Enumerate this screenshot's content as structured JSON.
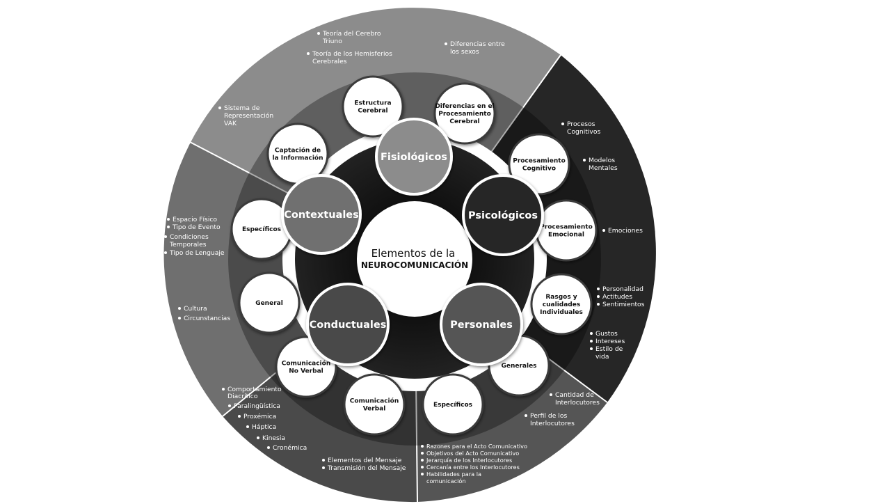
{
  "center": {
    "line1": "Elementos de la",
    "line2": "NEUROCOMUNICACIÓN"
  },
  "colors": {
    "fisiologicos": "#8c8c8c",
    "psicologicos": "#262626",
    "personales": "#555555",
    "conductuales": "#4a4a4a",
    "contextuales": "#6f6f6f"
  },
  "main_categories": [
    {
      "id": "fisiologicos",
      "label": "Fisiológicos"
    },
    {
      "id": "psicologicos",
      "label": "Psicológicos"
    },
    {
      "id": "personales",
      "label": "Personales"
    },
    {
      "id": "conductuales",
      "label": "Conductuales"
    },
    {
      "id": "contextuales",
      "label": "Contextuales"
    }
  ],
  "sub_elements": [
    {
      "id": "estructura",
      "lines": [
        "Estructura",
        "Cerebral"
      ]
    },
    {
      "id": "diferencias",
      "lines": [
        "Diferencias en el",
        "Procesamiento",
        "Cerebral"
      ]
    },
    {
      "id": "cognitivo",
      "lines": [
        "Procesamiento",
        "Cognitivo"
      ]
    },
    {
      "id": "emocional",
      "lines": [
        "Procesamiento",
        "Emocional"
      ]
    },
    {
      "id": "rasgos",
      "lines": [
        "Rasgos y",
        "cualidades",
        "Individuales"
      ]
    },
    {
      "id": "generales",
      "lines": [
        "Generales"
      ]
    },
    {
      "id": "especificos-personales",
      "lines": [
        "Específicos"
      ]
    },
    {
      "id": "verbal",
      "lines": [
        "Comunicación",
        "Verbal"
      ]
    },
    {
      "id": "no-verbal",
      "lines": [
        "Comunicación",
        "No Verbal"
      ]
    },
    {
      "id": "general",
      "lines": [
        "General"
      ]
    },
    {
      "id": "especificos-contexto",
      "lines": [
        "Específicos"
      ]
    },
    {
      "id": "captacion",
      "lines": [
        "Captación de",
        "la Información"
      ]
    }
  ],
  "bullets": {
    "teoria_cerebro": [
      "Teoría del Cerebro",
      "Triuno"
    ],
    "teoria_hemisferios": [
      "Teoría de los Hemisferios",
      "Cerebrales"
    ],
    "diferencias_sexos": [
      "Diferencias entre",
      "los sexos"
    ],
    "sistema_vak": [
      "Sistema de",
      "Representación",
      "VAK"
    ],
    "procesos_cognitivos": [
      "Procesos",
      "Cognitivos"
    ],
    "modelos_mentales": [
      "Modelos",
      "Mentales"
    ],
    "emociones": [
      "Emociones"
    ],
    "rasgos": [
      "Personalidad",
      "Actitudes",
      "Sentimientos"
    ],
    "gustos": [
      "Gustos",
      "Intereses",
      "Estilo de",
      "vida"
    ],
    "cantidad": [
      "Cantidad de",
      "Interlocutores"
    ],
    "perfil": [
      "Perfil de los",
      "Interlocutores"
    ],
    "especificos_personales": [
      "Razones para el Acto Comunicativo",
      "Objetivos del Acto Comunicativo",
      "Jerarquía de los Interlocutores",
      "Cercanía entre los Interlocutores",
      "Habilidades para la",
      "comunicación"
    ],
    "mensaje": [
      "Elementos del Mensaje",
      "Transmisión del Mensaje"
    ],
    "no_verbal": [
      "Comportamiento",
      "Diacrítico",
      "Paralingüística",
      "Proxémica",
      "Háptica",
      "Kinesia",
      "Cronémica"
    ],
    "general": [
      "Cultura",
      "Circunstancias"
    ],
    "especificos_contexto": [
      "Espacio Físico",
      "Tipo de Evento",
      "Condiciones",
      "Temporales",
      "Tipo de Lenguaje"
    ]
  }
}
